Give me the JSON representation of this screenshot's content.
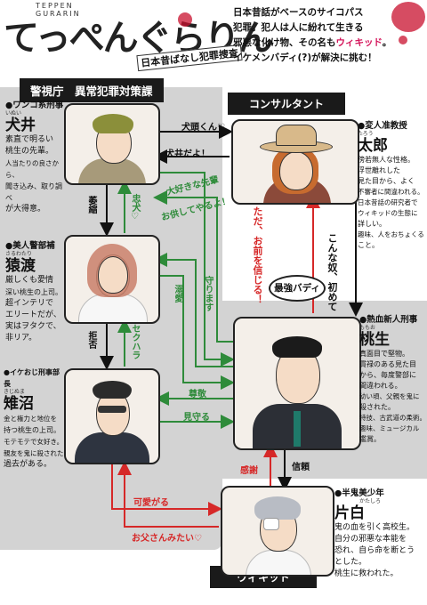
{
  "logo": {
    "title": "てっぺんぐらりん",
    "roman": "TEPPEN\nGURARIN",
    "subtitle": "日本昔ばなし犯罪捜査"
  },
  "intro": {
    "line1": "日本昔話がベースのサイコパス",
    "line2": "犯罪。犯人は人に紛れて生きる",
    "line3a": "邪悪な化け物、その名も",
    "line3b": "ウィキッド",
    "line3c": "。",
    "line4": "イケメンバディ(?)が解決に挑む！"
  },
  "groups": {
    "police": "警視庁　異常犯罪対策課",
    "consultant": "コンサルタント",
    "wicked": "ウィキッド"
  },
  "characters": {
    "inui": {
      "role": "●ワンコ系刑事",
      "ruby": "いぬい",
      "name": "犬井",
      "desc": [
        "素直で明るい",
        "桃生の先輩。",
        "人当たりの良さから、",
        "聞き込み、取り調べ",
        "が大得意。"
      ]
    },
    "sawatari": {
      "role": "●美人警部補",
      "ruby": "さるわたり",
      "name": "猿渡",
      "desc": [
        "厳しくも愛情",
        "深い桃生の上司。",
        "超インテリで",
        "エリートだが、",
        "実はヲタクで、",
        "非リア。"
      ]
    },
    "kijinuma": {
      "role": "●イケおじ刑事部長",
      "ruby": "きじぬま",
      "name": "雉沼",
      "desc": [
        "金と権力と地位を",
        "持つ桃生の上司。",
        "モテモテで女好き。",
        "親友を鬼に殺された",
        "過去がある。"
      ]
    },
    "taro": {
      "role": "●変人准教授",
      "ruby": "たろう",
      "name": "太郎",
      "desc": [
        "傍若無人な性格。",
        "浮世離れした",
        "見た目から、よく",
        "不審者に間違われる。",
        "日本昔話の研究者で",
        "ウィキッドの生態に",
        "詳しい。",
        "趣味、人をおちょくる",
        "こと。"
      ]
    },
    "momoo": {
      "role": "●熱血新人刑事",
      "ruby": "ももお",
      "name": "桃生",
      "desc": [
        "真面目で堅物。",
        "貫禄のある見た目",
        "から、毎度警部に",
        "間違われる。",
        "幼い頃、父親を鬼に",
        "殺された。",
        "特技、古武道の柔術。",
        "趣味、ミュージカル",
        "鑑賞。"
      ]
    },
    "katashiro": {
      "role": "●半鬼美少年",
      "ruby": "かたしろ",
      "name": "片白",
      "desc": [
        "鬼の血を引く高校生。",
        "自分の邪悪な本能を",
        "恐れ、自ら命を断とう",
        "とした。",
        "桃生に救われた。"
      ]
    }
  },
  "relations": {
    "inu_to_taro": "犬頭くん♡",
    "taro_to_inu": "犬井だよ！",
    "inu_to_momo": "大好きな先輩",
    "momo_to_inu": "お供してやるよ！",
    "inu_to_saru": "萎縮",
    "saru_to_inu": "忠犬♡",
    "saru_to_momo": "溺愛",
    "momo_to_saru": "守ります",
    "saru_to_kiji": "拒否",
    "kiji_to_saru": "セクハラ",
    "momo_to_kiji": "尊敬",
    "kiji_to_momo": "見守る",
    "momo_to_taro": "ただ、お前を信じる！",
    "taro_to_momo": "こんな奴、初めて",
    "buddy": "最強バディ",
    "kata_to_momo": "感謝",
    "momo_to_kata": "信頼",
    "kiji_to_kata": "可愛がる",
    "kata_to_kiji": "お父さんみたい♡"
  },
  "colors": {
    "green": "#2e8b3a",
    "red": "#d62828",
    "black": "#111111",
    "panel_gray": "#d3d3d3"
  }
}
